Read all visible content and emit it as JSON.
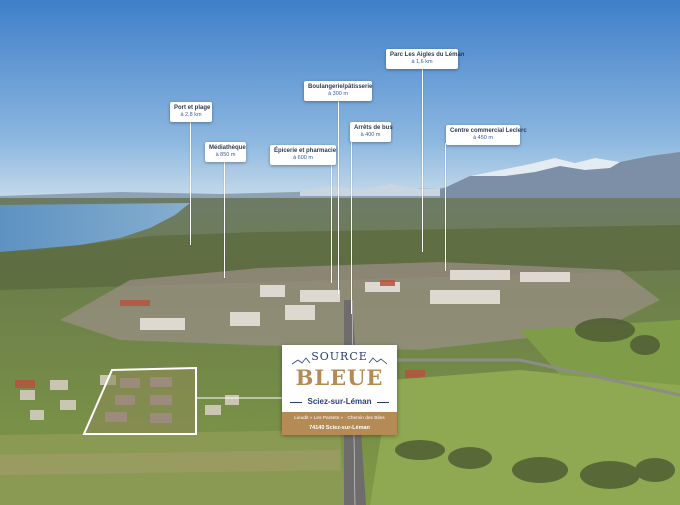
{
  "poi": [
    {
      "name": "Port et plage",
      "distance": "à 2,8 km"
    },
    {
      "name": "Médiathèque",
      "distance": "à 850 m"
    },
    {
      "name": "Épicerie et pharmacie",
      "distance": "à 600 m"
    },
    {
      "name": "Boulangerie/pâtisserie",
      "distance": "à 300 m"
    },
    {
      "name": "Arrêts de bus",
      "distance": "à 400 m"
    },
    {
      "name": "Parc Les Aigles du Léman",
      "distance": "à 1,6 km"
    },
    {
      "name": "Centre commercial Leclerc",
      "distance": "à 450 m"
    }
  ],
  "logo": {
    "source": "SOURCE",
    "bleue": "BLEUE",
    "location": "Sciez-sur-Léman",
    "address": "Lieudit « Les Pantets » · Chemin des Biles",
    "postal": "74140 Sciez-sur-Léman"
  },
  "colors": {
    "sky": "#5f98d6",
    "lake": "#6c9cc4",
    "field": "#8aa152",
    "logo_gold": "#b48a55",
    "logo_navy": "#2b3f75"
  }
}
